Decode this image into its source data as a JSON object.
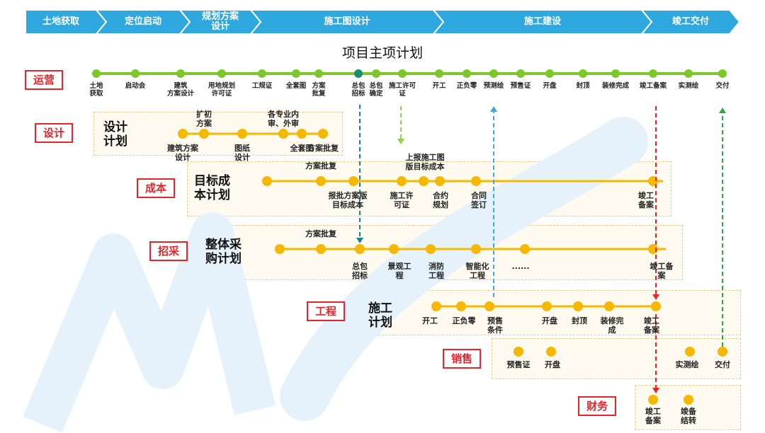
{
  "phases": [
    {
      "label": "土地获取"
    },
    {
      "label": "定位启动"
    },
    {
      "label": "规划方案\n设计"
    },
    {
      "label": "施工图设计"
    },
    {
      "label": "施工建设"
    },
    {
      "label": "竣工交付"
    }
  ],
  "title": "项目主项计划",
  "departments": {
    "ops": "运营",
    "design": "设计",
    "cost": "成本",
    "procure": "招采",
    "eng": "工程",
    "sales": "销售",
    "finance": "财务"
  },
  "plans": {
    "design": "设计\n计划",
    "cost": "目标成\n本计划",
    "procure": "整体采\n购计划",
    "eng": "施工\n计划"
  },
  "ops_nodes": [
    "土地\n获取",
    "启动会",
    "建筑\n方案设计",
    "用地规划\n许可证",
    "工规证",
    "全套图",
    "方案\n批复",
    "总包\n招标",
    "总包\n确定",
    "施工许可\n证",
    "开工",
    "正负零",
    "预测绘",
    "预售证",
    "开盘",
    "封顶",
    "装修完成",
    "竣工备案",
    "实测绘",
    "交付"
  ],
  "design_nodes": {
    "above": [
      "扩初\n方案",
      "各专业内\n审、外审"
    ],
    "below": [
      "建筑方案\n设计",
      "图纸\n设计",
      "全套图",
      "方案批复"
    ]
  },
  "cost_nodes": {
    "above": [
      "方案批复",
      "上报施工图\n版目标成本"
    ],
    "below": [
      "报批方案版\n目标成本",
      "施工许\n可证",
      "合约\n规划",
      "合同\n签订",
      "竣工\n备案"
    ]
  },
  "procure_nodes": {
    "above": [
      "方案批复"
    ],
    "below": [
      "总包\n招标",
      "景观工\n程",
      "消防\n工程",
      "智能化\n工程",
      "......",
      "竣工备\n案"
    ]
  },
  "eng_nodes": [
    "开工",
    "正负零",
    "预售\n条件",
    "开盘",
    "封顶",
    "装修完\n成",
    "竣工\n备案"
  ],
  "sales_nodes": [
    "预售证",
    "开盘",
    "实测绘",
    "交付"
  ],
  "finance_nodes": [
    "竣工\n备案",
    "竣备\n结转"
  ],
  "colors": {
    "phase_bar": "#2fa8e0",
    "ops_node": "#7cc82a",
    "ops_node_active": "#1a8f6a",
    "track_orange": "#f5b800",
    "dept_red": "#e8232a",
    "arrow_teal": "#1a7f8e",
    "arrow_lightgreen": "#8fd14f",
    "arrow_blue": "#3ea8e0",
    "arrow_red": "#e8232a",
    "arrow_green": "#2aa84a"
  }
}
